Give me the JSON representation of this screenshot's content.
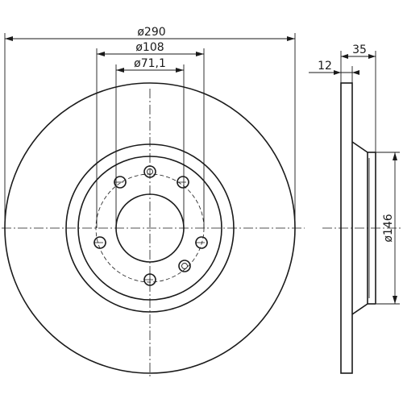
{
  "drawing": {
    "dimensions": {
      "outer_diameter": "ø290",
      "bolt_circle_diameter": "ø108",
      "center_bore_diameter": "ø71,1",
      "disc_thickness": "12",
      "overall_height": "35",
      "hat_diameter": "ø146"
    }
  }
}
